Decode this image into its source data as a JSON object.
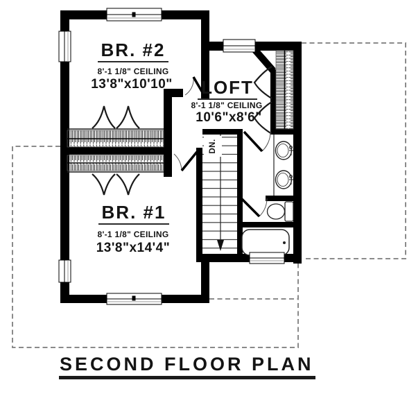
{
  "title": "SECOND FLOOR PLAN",
  "rooms": {
    "br2": {
      "name": "BR. #2",
      "ceiling": "8'-1 1/8\" CEILING",
      "size": "13'8\"x10'10\""
    },
    "loft": {
      "name": "LOFT",
      "ceiling": "8'-1 1/8\" CEILING",
      "size": "10'6\"x8'6\""
    },
    "br1": {
      "name": "BR. #1",
      "ceiling": "8'-1 1/8\" CEILING",
      "size": "13'8\"x14'4\""
    }
  },
  "stairs": {
    "direction_label": "DN."
  },
  "fixtures": {
    "bathroom": [
      "double-sink-vanity",
      "toilet",
      "bathtub"
    ],
    "storage": [
      "closet-br2",
      "closet-br1",
      "closet-loft"
    ],
    "circulation": [
      "staircase-down"
    ]
  },
  "colors": {
    "wall": "#000000",
    "line": "#222222",
    "dashed_outline": "#8a8a8a",
    "text": "#141414",
    "background": "#ffffff"
  }
}
